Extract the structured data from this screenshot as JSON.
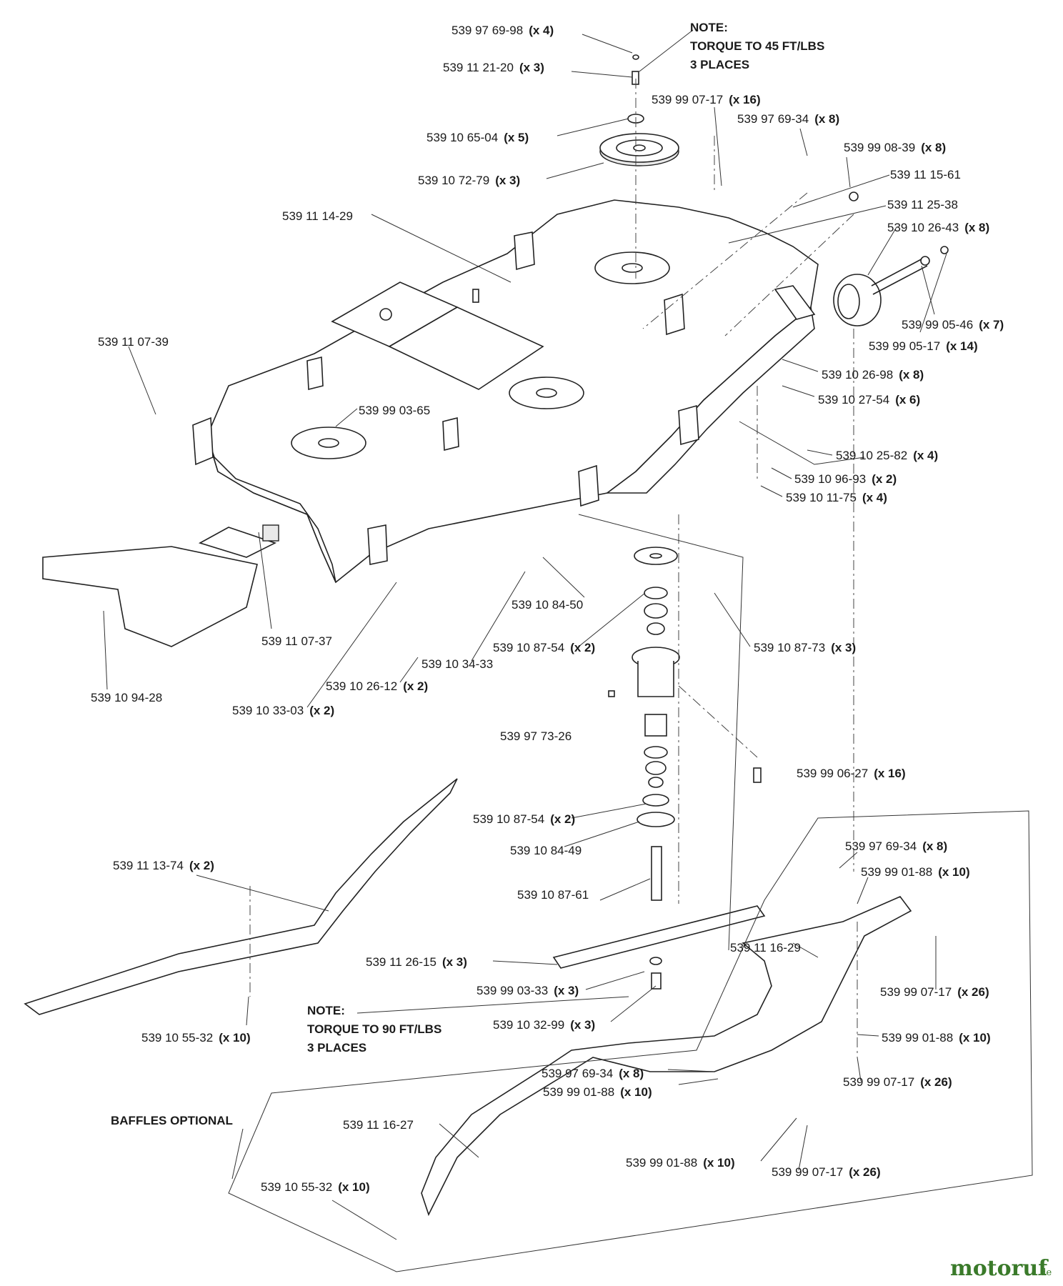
{
  "notes": {
    "top": [
      "NOTE:",
      "TORQUE TO 45 FT/LBS",
      "3 PLACES"
    ],
    "bottom": [
      "NOTE:",
      "TORQUE TO 90 FT/LBS",
      "3 PLACES"
    ],
    "baffles": "BAFFLES OPTIONAL"
  },
  "logo": {
    "name": "motoruf",
    "suffix": ".de"
  },
  "labels": [
    {
      "pn": "539 97 69-98",
      "qty": "(x 4)"
    },
    {
      "pn": "539 11 21-20",
      "qty": "(x 3)"
    },
    {
      "pn": "539 99 07-17",
      "qty": "(x 16)"
    },
    {
      "pn": "539 97 69-34",
      "qty": "(x 8)"
    },
    {
      "pn": "539 10 65-04",
      "qty": "(x 5)"
    },
    {
      "pn": "539 99 08-39",
      "qty": "(x 8)"
    },
    {
      "pn": "539 10 72-79",
      "qty": "(x 3)"
    },
    {
      "pn": "539 11 15-61",
      "qty": ""
    },
    {
      "pn": "539 11 25-38",
      "qty": ""
    },
    {
      "pn": "539 11 14-29",
      "qty": ""
    },
    {
      "pn": "539 10 26-43",
      "qty": "(x 8)"
    },
    {
      "pn": "539 99 05-46",
      "qty": "(x 7)"
    },
    {
      "pn": "539 11 07-39",
      "qty": ""
    },
    {
      "pn": "539 99 05-17",
      "qty": "(x 14)"
    },
    {
      "pn": "539 10 26-98",
      "qty": "(x 8)"
    },
    {
      "pn": "539 10 27-54",
      "qty": "(x 6)"
    },
    {
      "pn": "539 99 03-65",
      "qty": ""
    },
    {
      "pn": "539 10 25-82",
      "qty": "(x 4)"
    },
    {
      "pn": "539 10 96-93",
      "qty": "(x 2)"
    },
    {
      "pn": "539 10 11-75",
      "qty": "(x 4)"
    },
    {
      "pn": "539 10 84-50",
      "qty": ""
    },
    {
      "pn": "539 11 07-37",
      "qty": ""
    },
    {
      "pn": "539 10 87-54",
      "qty": "(x 2)"
    },
    {
      "pn": "539 10 87-73",
      "qty": "(x 3)"
    },
    {
      "pn": "539 10 34-33",
      "qty": ""
    },
    {
      "pn": "539 10 94-28",
      "qty": ""
    },
    {
      "pn": "539 10 26-12",
      "qty": "(x 2)"
    },
    {
      "pn": "539 10 33-03",
      "qty": "(x 2)"
    },
    {
      "pn": "539 97 73-26",
      "qty": ""
    },
    {
      "pn": "539 99 06-27",
      "qty": "(x 16)"
    },
    {
      "pn": "539 10 87-54",
      "qty": "(x 2)"
    },
    {
      "pn": "539 10 84-49",
      "qty": ""
    },
    {
      "pn": "539 97 69-34",
      "qty": "(x 8)"
    },
    {
      "pn": "539 11 13-74",
      "qty": "(x 2)"
    },
    {
      "pn": "539 99 01-88",
      "qty": "(x 10)"
    },
    {
      "pn": "539 10 87-61",
      "qty": ""
    },
    {
      "pn": "539 11 16-29",
      "qty": ""
    },
    {
      "pn": "539 11 26-15",
      "qty": "(x 3)"
    },
    {
      "pn": "539 99 03-33",
      "qty": "(x 3)"
    },
    {
      "pn": "539 99 07-17",
      "qty": "(x 26)"
    },
    {
      "pn": "539 10 32-99",
      "qty": "(x 3)"
    },
    {
      "pn": "539 10 55-32",
      "qty": "(x 10)"
    },
    {
      "pn": "539 99 01-88",
      "qty": "(x 10)"
    },
    {
      "pn": "539 99 07-17",
      "qty": "(x 26)"
    },
    {
      "pn": "539 97 69-34",
      "qty": "(x 8)"
    },
    {
      "pn": "539 99 01-88",
      "qty": "(x 10)"
    },
    {
      "pn": "539 11 16-27",
      "qty": ""
    },
    {
      "pn": "539 10 55-32",
      "qty": "(x 10)"
    },
    {
      "pn": "539 99 01-88",
      "qty": "(x 10)"
    },
    {
      "pn": "539 99 07-17",
      "qty": "(x 26)"
    }
  ]
}
